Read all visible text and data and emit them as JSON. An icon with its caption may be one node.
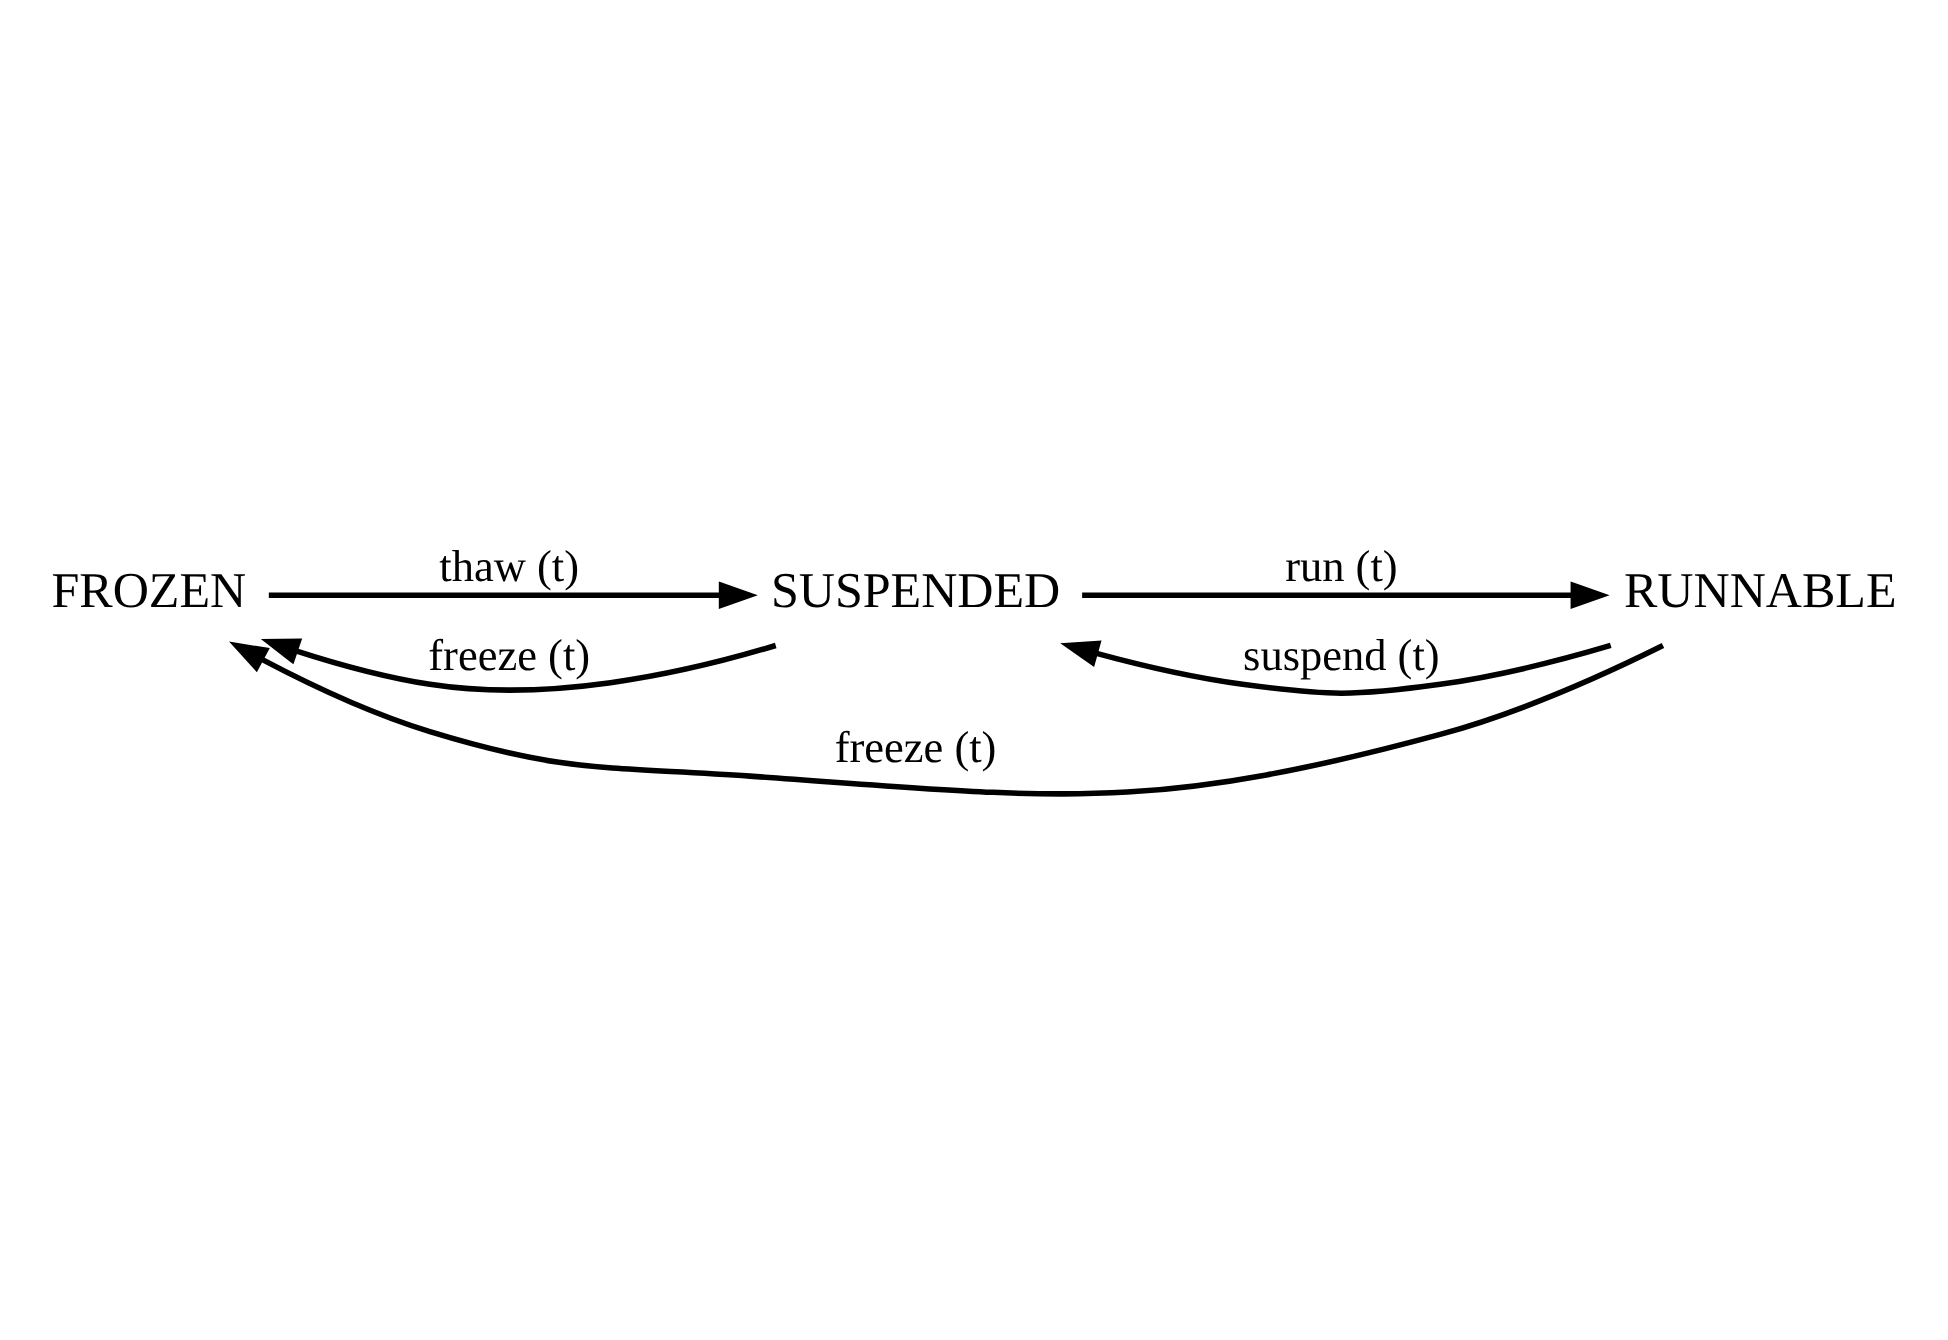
{
  "diagram": {
    "nodes": [
      {
        "text": [
          "FROZEN"
        ]
      },
      {
        "text": [
          "SUSPENDED"
        ]
      },
      {
        "text": [
          "RUNNABLE"
        ]
      }
    ],
    "edges": [
      {
        "from": 0,
        "to": 1,
        "arrow": "to",
        "label": "thaw (t)"
      },
      {
        "from": 1,
        "to": 0,
        "arrow": "to",
        "label": "freeze (t)"
      },
      {
        "from": 1,
        "to": 2,
        "arrow": "to",
        "label": "run (t)"
      },
      {
        "from": 2,
        "to": 1,
        "arrow": "to",
        "label": "suspend (t)"
      },
      {
        "from": 2,
        "to": 0,
        "arrow": "to",
        "label": "freeze (t)"
      }
    ]
  }
}
